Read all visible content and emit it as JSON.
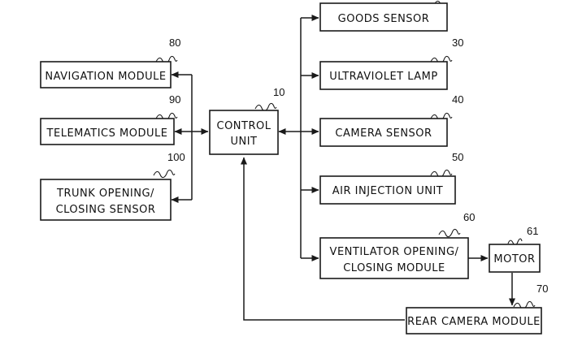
{
  "blocks": {
    "navigation": {
      "label": "NAVIGATION MODULE",
      "ref": "80"
    },
    "telematics": {
      "label": "TELEMATICS MODULE",
      "ref": "90"
    },
    "trunk": {
      "label_line1": "TRUNK OPENING/",
      "label_line2": "CLOSING SENSOR",
      "ref": "100"
    },
    "control": {
      "label_line1": "CONTROL",
      "label_line2": "UNIT",
      "ref": "10"
    },
    "goods": {
      "label": "GOODS SENSOR"
    },
    "uv_lamp": {
      "label": "ULTRAVIOLET LAMP",
      "ref": "30"
    },
    "camera": {
      "label": "CAMERA SENSOR",
      "ref": "40"
    },
    "air": {
      "label": "AIR INJECTION UNIT",
      "ref": "50"
    },
    "ventilator": {
      "label_line1": "VENTILATOR OPENING/",
      "label_line2": "CLOSING MODULE",
      "ref": "60"
    },
    "motor": {
      "label": "MOTOR",
      "ref": "61"
    },
    "rear_camera": {
      "label": "REAR CAMERA MODULE",
      "ref": "70"
    }
  }
}
